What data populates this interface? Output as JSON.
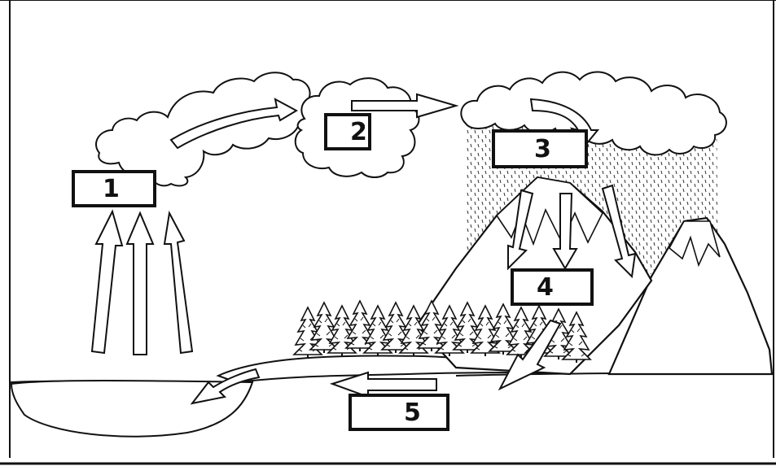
{
  "labels": {
    "l1": "1",
    "l2": "2",
    "l3": "3",
    "l4": "4",
    "l5": "5"
  },
  "colors": {
    "stroke": "#111111",
    "fill": "#ffffff"
  }
}
